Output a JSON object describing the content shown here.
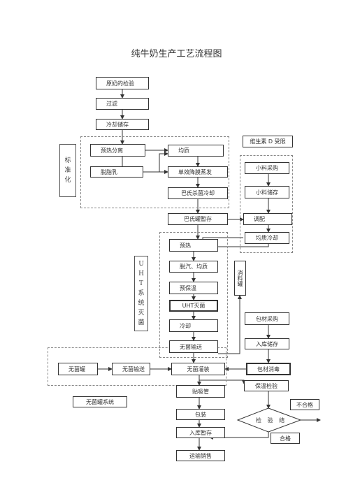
{
  "title": "纯牛奶生产工艺流程图",
  "nodes": {
    "raw_milk_inspection": "原奶的检验",
    "filtering": "过滤",
    "cooling_storage": "冷却储存",
    "preheat_separation": "预热分离",
    "skim_milk": "脱脂乳",
    "homogenize_1": "均质",
    "single_effect_evaporation": "单效降膜蒸发",
    "pasteurize_cool": "巴氏杀菌冷却",
    "pasteurized_tank": "巴氏罐暂存",
    "vitamin_d": "维生素 D 受限",
    "small_purchase": "小料采购",
    "small_storage": "小料储存",
    "blending": "调配",
    "homogenize_cool": "均质冷却",
    "preheat": "预热",
    "degas_homogenize": "脱汽、均质",
    "preserve_heat": "预保温",
    "uht_sterilize": "UHT灭菌",
    "cooling": "冷却",
    "aseptic_transfer": "无菌输送",
    "aseptic_tank": "无菌罐",
    "aseptic_transfer_2": "无菌输送",
    "aseptic_filling": "无菌灌装",
    "packaging_purchase": "包材采购",
    "storage_in": "入库储存",
    "packaging_sterilize": "包材消毒",
    "insulation_inspection": "保温检验",
    "straw_attach": "贴吸管",
    "packing": "包装",
    "temporary_storage": "入库暂存",
    "transport_sales": "运输销售",
    "inspection_result": "检 验 结",
    "unqualified": "不合格",
    "qualified": "合格",
    "cip_tank": "消料罐"
  },
  "group_labels": {
    "standardization": "标准化",
    "uht": "UHT系统灭菌",
    "aseptic_system": "无菌罐系统"
  }
}
